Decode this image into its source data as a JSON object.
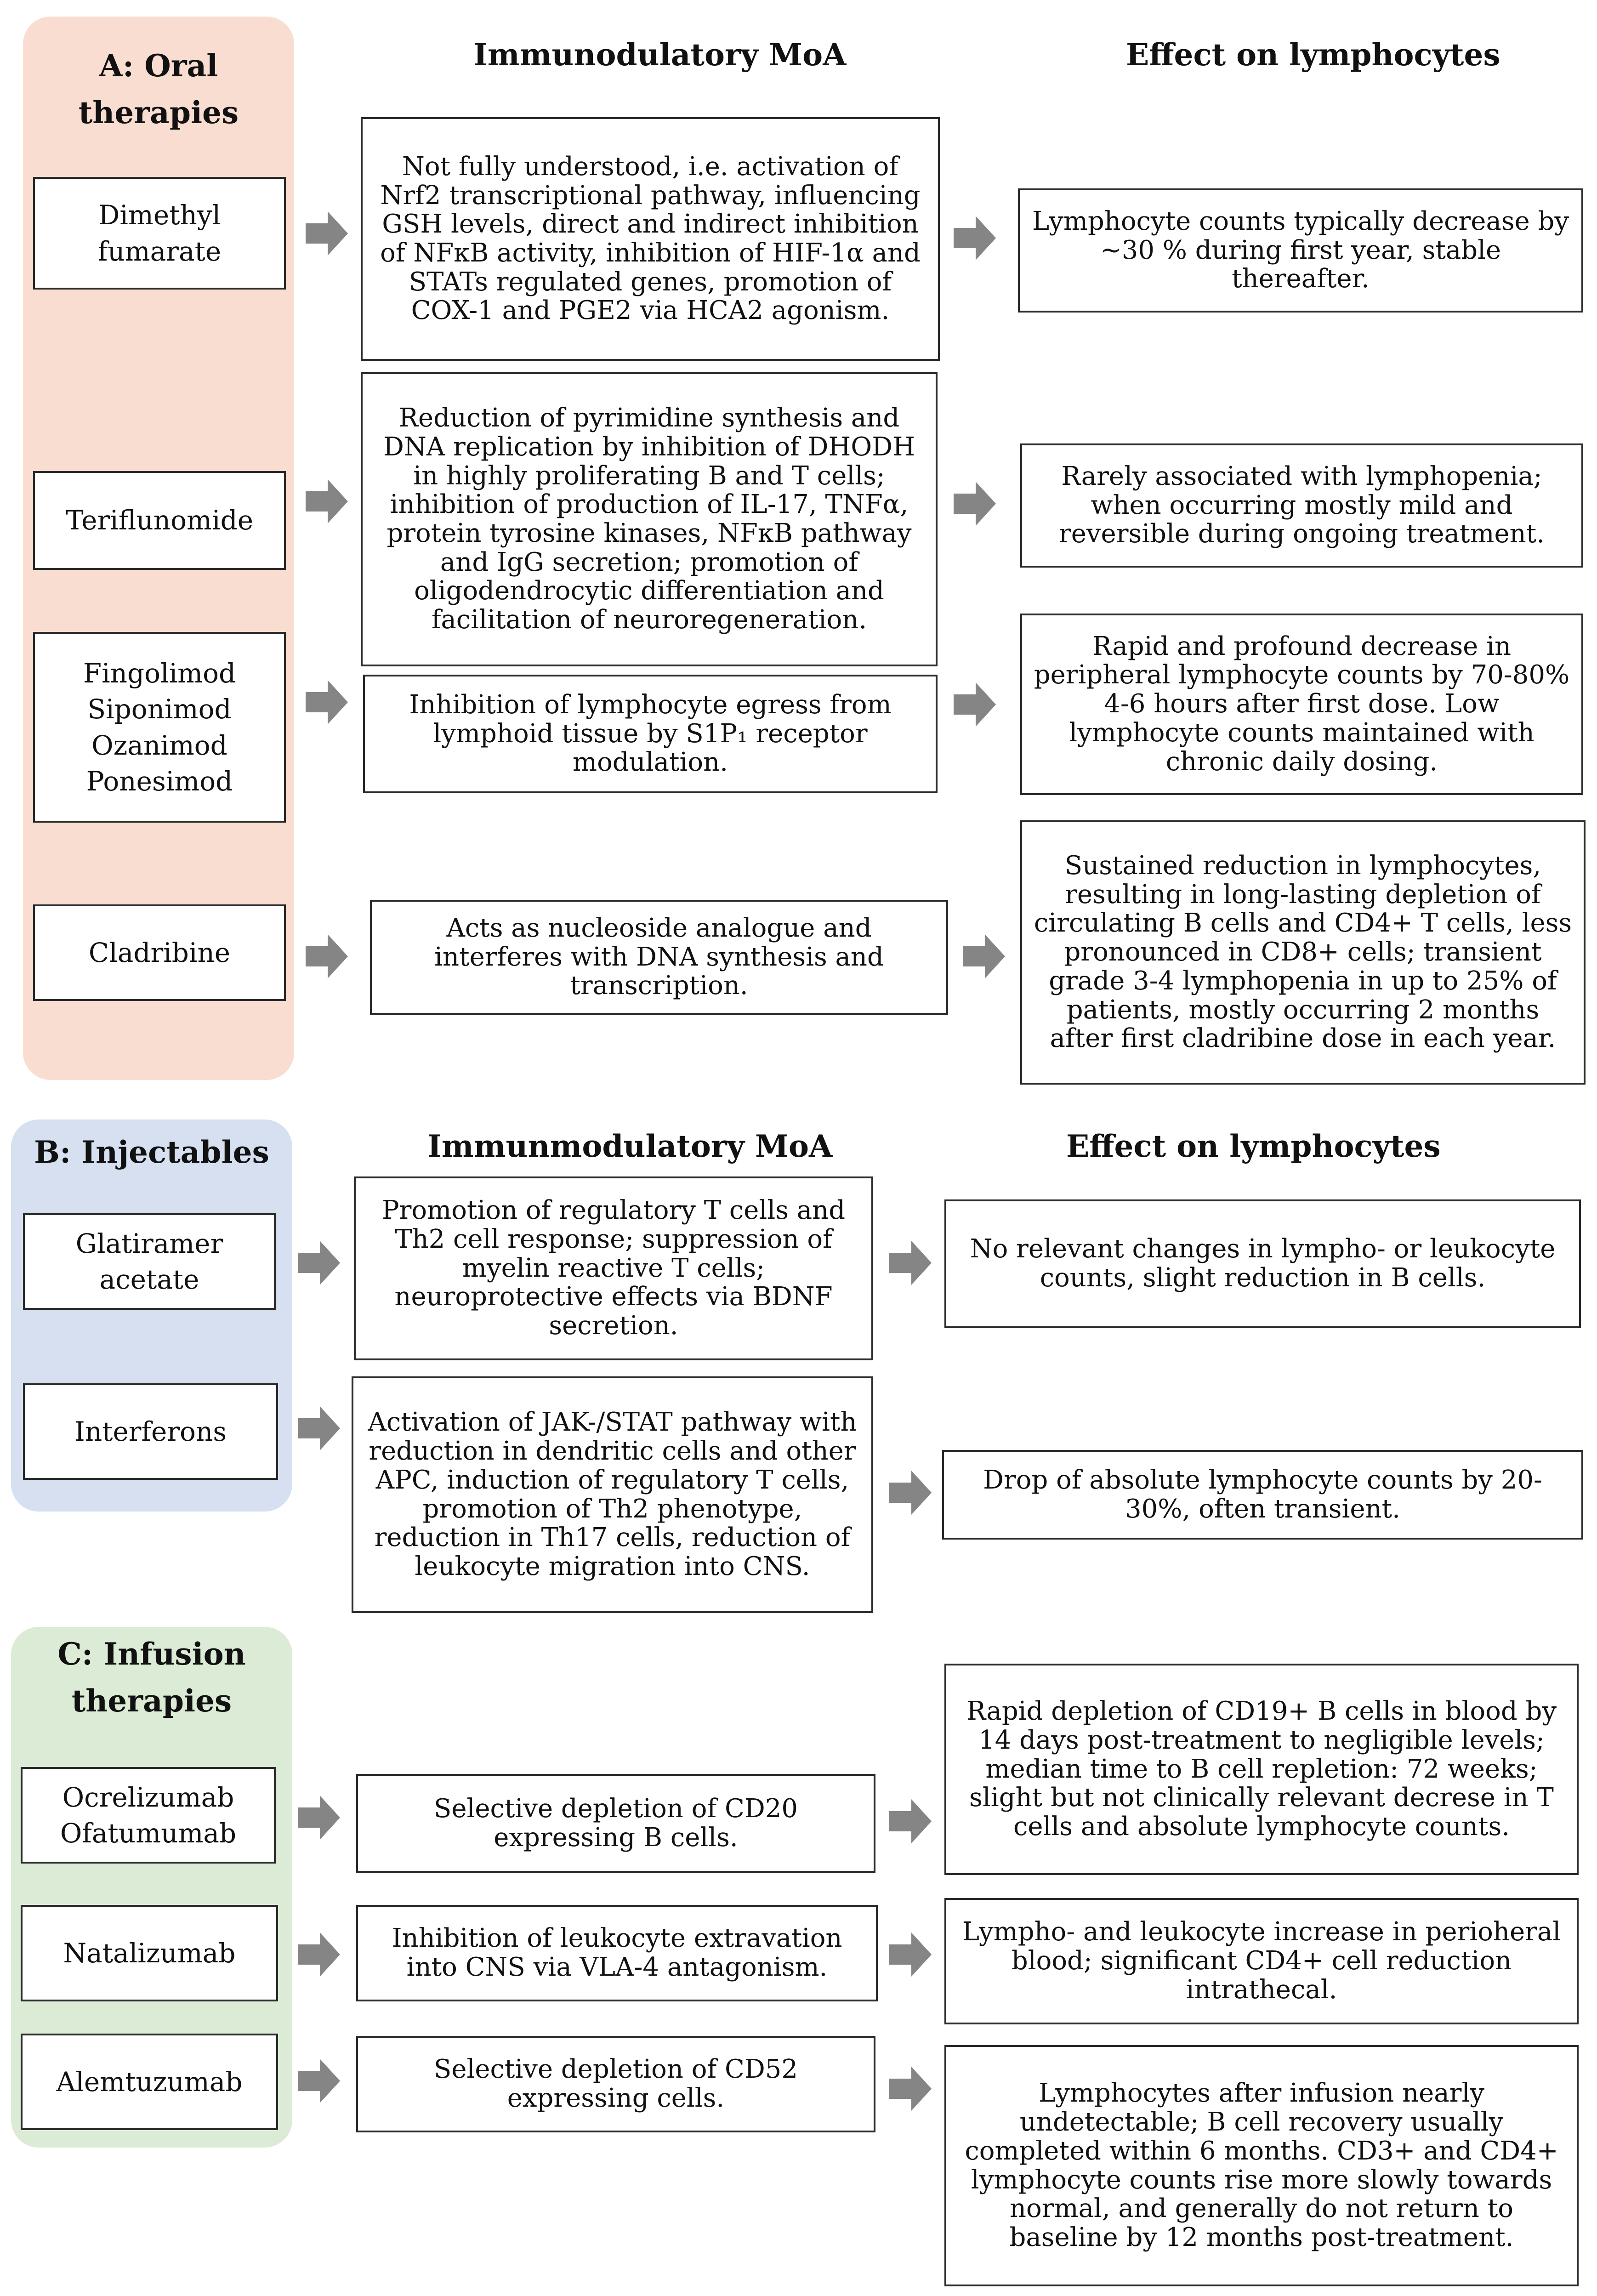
{
  "colors": {
    "oral_panel": "#f9ddd0",
    "injectables_panel": "#d6e0f0",
    "infusion_panel": "#dcebd6",
    "arrow": "#858585",
    "border": "#2a2a2a"
  },
  "arrow_icon": "block-right-arrow",
  "headers": {
    "oral_moa": "Immunodulatory MoA",
    "oral_effect": "Effect on lymphocytes",
    "inj_moa": "Immunmodulatory MoA",
    "inj_effect": "Effect on lymphocytes"
  },
  "oral": {
    "title_line1": "A: Oral",
    "title_line2": "therapies",
    "dmf": {
      "drug_line1": "Dimethyl",
      "drug_line2": "fumarate",
      "moa": "Not fully understood, i.e. activation of Nrf2 transcriptional pathway, influencing GSH levels, direct and indirect inhibition of NFκB activity, inhibition of HIF-1α and STATs regulated genes, promotion of COX-1 and PGE2 via HCA2 agonism.",
      "effect": "Lymphocyte counts typically decrease by ~30 % during first year, stable thereafter."
    },
    "teri": {
      "drug": "Teriflunomide",
      "moa": "Reduction of pyrimidine synthesis and DNA replication by inhibition of DHODH in highly proliferating B and T cells; inhibition of production of IL-17, TNFα, protein tyrosine kinases, NFκB pathway and IgG secretion; promotion of oligodendrocytic differentiation and facilitation of neuroregeneration.",
      "effect": "Rarely associated with lymphopenia; when occurring mostly mild and reversible during ongoing treatment."
    },
    "s1p": {
      "drugs": [
        "Fingolimod",
        "Siponimod",
        "Ozanimod",
        "Ponesimod"
      ],
      "moa": "Inhibition of lymphocyte egress from lymphoid tissue by S1P₁ receptor modulation.",
      "effect": "Rapid and profound decrease in peripheral lymphocyte counts by 70-80% 4-6 hours after first dose. Low lymphocyte counts maintained with chronic daily dosing."
    },
    "clad": {
      "drug": "Cladribine",
      "moa": "Acts as nucleoside analogue and interferes with DNA synthesis and transcription.",
      "effect": "Sustained reduction in lymphocytes, resulting in long-lasting depletion of circulating B cells and CD4+ T cells, less pronounced in CD8+ cells; transient grade 3-4 lymphopenia in up to 25% of patients, mostly occurring 2 months after first cladribine dose in each year."
    }
  },
  "inj": {
    "title": "B: Injectables",
    "ga": {
      "drug_line1": "Glatiramer",
      "drug_line2": "acetate",
      "moa": "Promotion of regulatory T cells and Th2 cell response; suppression of myelin reactive T cells; neuroprotective effects via BDNF secretion.",
      "effect": "No relevant changes in lympho- or leukocyte counts, slight reduction in B cells."
    },
    "ifn": {
      "drug": "Interferons",
      "moa": "Activation of JAK-/STAT pathway with reduction in dendritic cells and other APC, induction of regulatory T cells, promotion of Th2 phenotype, reduction in Th17 cells, reduction of leukocyte migration into CNS.",
      "effect": "Drop of absolute lymphocyte counts by 20-30%, often transient."
    }
  },
  "inf": {
    "title_line1": "C: Infusion",
    "title_line2": "therapies",
    "cd20": {
      "drug_line1": "Ocrelizumab",
      "drug_line2": "Ofatumumab",
      "moa": "Selective depletion of CD20 expressing B cells.",
      "effect": "Rapid depletion of CD19+ B cells in blood by 14 days post-treatment to negligible levels; median time to B cell repletion: 72 weeks; slight but not clinically relevant decrese in T cells and absolute lymphocyte counts."
    },
    "nat": {
      "drug": "Natalizumab",
      "moa": "Inhibition of leukocyte extravation into CNS via VLA-4 antagonism.",
      "effect": "Lympho- and leukocyte increase in perioheral blood; significant CD4+ cell reduction intrathecal."
    },
    "alem": {
      "drug": "Alemtuzumab",
      "moa": "Selective depletion of CD52 expressing cells.",
      "effect": "Lymphocytes after infusion nearly undetectable; B cell recovery usually completed within 6 months. CD3+ and CD4+ lymphocyte counts rise more slowly towards normal, and generally do not return to baseline by 12 months post-treatment."
    }
  }
}
